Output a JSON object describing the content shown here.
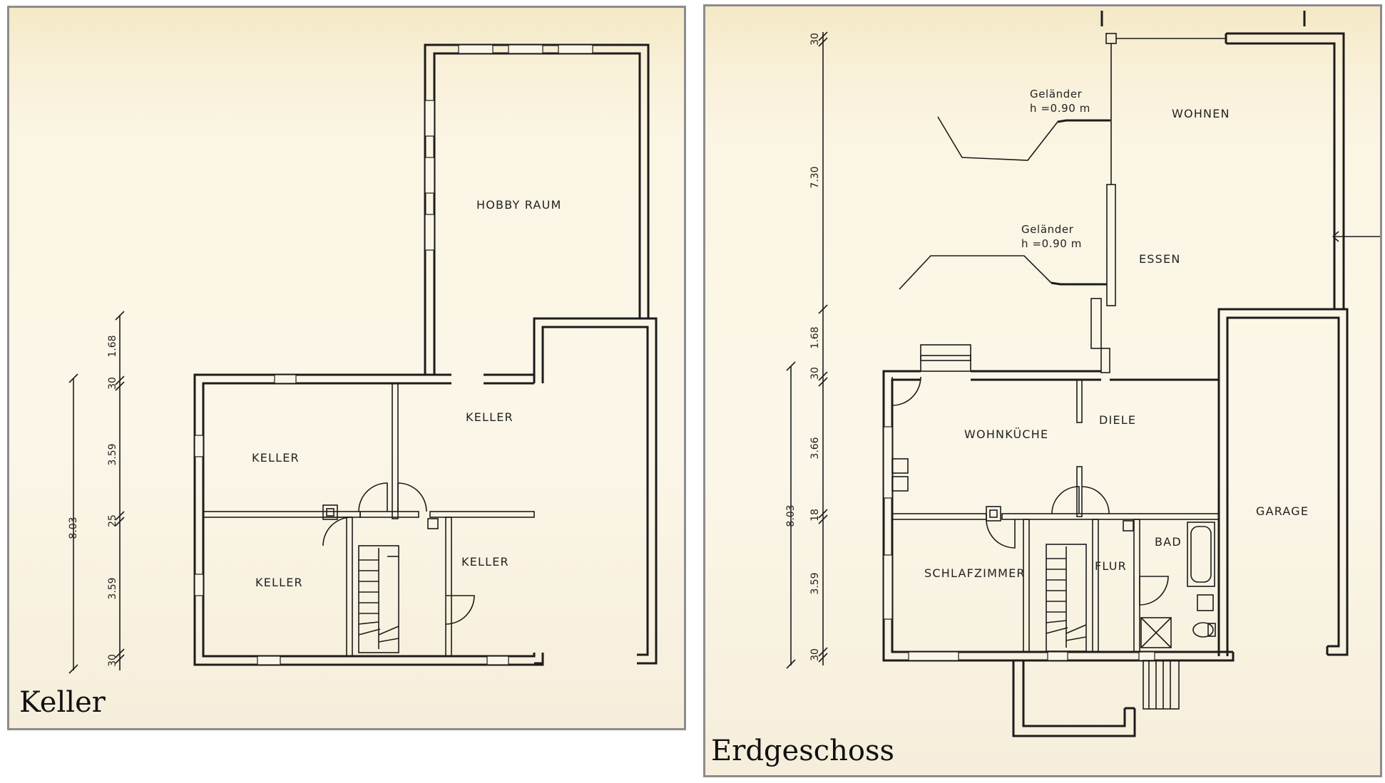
{
  "plans": [
    {
      "caption": "Keller",
      "rooms": [
        "HOBBY RAUM",
        "KELLER",
        "KELLER",
        "KELLER",
        "KELLER"
      ],
      "dimensions": {
        "total": "8.03",
        "segments": [
          "1.68",
          "30",
          "3.59",
          "25",
          "3.59",
          "30"
        ]
      }
    },
    {
      "caption": "Erdgeschoss",
      "rooms": [
        "WOHNEN",
        "ESSEN",
        "WOHNKÜCHE",
        "DIELE",
        "GARAGE",
        "SCHLAFZIMMER",
        "FLUR",
        "BAD"
      ],
      "railings": [
        {
          "label": "Geländer",
          "height": "h  =0.90  m"
        },
        {
          "label": "Geländer",
          "height": "h  =0.90  m"
        }
      ],
      "dimensions": {
        "total": "8.03",
        "top_segments": [
          "30",
          "7.30"
        ],
        "segments": [
          "1.68",
          "30",
          "3.66",
          "18",
          "3.59",
          "30"
        ]
      }
    }
  ]
}
